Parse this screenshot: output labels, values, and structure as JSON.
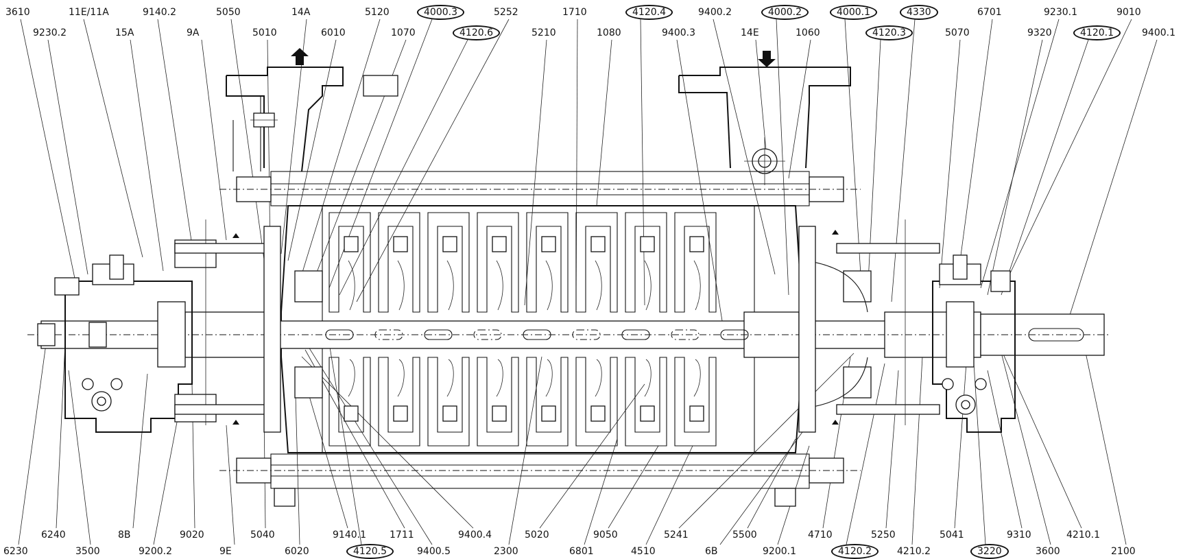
{
  "drawing": {
    "top_labels": [
      {
        "id": "3610",
        "text": "3610",
        "circled": false
      },
      {
        "id": "9230-2",
        "text": "9230.2",
        "circled": false
      },
      {
        "id": "11e-11a",
        "text": "11E/11A",
        "circled": false
      },
      {
        "id": "15a",
        "text": "15A",
        "circled": false
      },
      {
        "id": "9140-2",
        "text": "9140.2",
        "circled": false
      },
      {
        "id": "9a",
        "text": "9A",
        "circled": false
      },
      {
        "id": "5050",
        "text": "5050",
        "circled": false
      },
      {
        "id": "5010",
        "text": "5010",
        "circled": false
      },
      {
        "id": "14a",
        "text": "14A",
        "circled": false
      },
      {
        "id": "6010",
        "text": "6010",
        "circled": false
      },
      {
        "id": "5120",
        "text": "5120",
        "circled": false
      },
      {
        "id": "1070",
        "text": "1070",
        "circled": false
      },
      {
        "id": "4000-3",
        "text": "4000.3",
        "circled": true
      },
      {
        "id": "4120-6",
        "text": "4120.6",
        "circled": true
      },
      {
        "id": "5252",
        "text": "5252",
        "circled": false
      },
      {
        "id": "5210",
        "text": "5210",
        "circled": false
      },
      {
        "id": "1710",
        "text": "1710",
        "circled": false
      },
      {
        "id": "1080",
        "text": "1080",
        "circled": false
      },
      {
        "id": "4120-4",
        "text": "4120.4",
        "circled": true
      },
      {
        "id": "9400-3",
        "text": "9400.3",
        "circled": false
      },
      {
        "id": "9400-2",
        "text": "9400.2",
        "circled": false
      },
      {
        "id": "14e",
        "text": "14E",
        "circled": false
      },
      {
        "id": "4000-2",
        "text": "4000.2",
        "circled": true
      },
      {
        "id": "1060",
        "text": "1060",
        "circled": false
      },
      {
        "id": "4000-1",
        "text": "4000.1",
        "circled": true
      },
      {
        "id": "4120-3",
        "text": "4120.3",
        "circled": true
      },
      {
        "id": "4330",
        "text": "4330",
        "circled": true
      },
      {
        "id": "5070",
        "text": "5070",
        "circled": false
      },
      {
        "id": "6701",
        "text": "6701",
        "circled": false
      },
      {
        "id": "9230-1",
        "text": "9230.1",
        "circled": false
      },
      {
        "id": "9320",
        "text": "9320",
        "circled": false
      },
      {
        "id": "4120-1",
        "text": "4120.1",
        "circled": true
      },
      {
        "id": "9010",
        "text": "9010",
        "circled": false
      },
      {
        "id": "9400-1",
        "text": "9400.1",
        "circled": false
      }
    ],
    "bottom_labels": [
      {
        "id": "6230",
        "text": "6230",
        "circled": false
      },
      {
        "id": "6240",
        "text": "6240",
        "circled": false
      },
      {
        "id": "3500",
        "text": "3500",
        "circled": false
      },
      {
        "id": "8b",
        "text": "8B",
        "circled": false
      },
      {
        "id": "9200-2",
        "text": "9200.2",
        "circled": false
      },
      {
        "id": "9020",
        "text": "9020",
        "circled": false
      },
      {
        "id": "9e",
        "text": "9E",
        "circled": false
      },
      {
        "id": "5040",
        "text": "5040",
        "circled": false
      },
      {
        "id": "6020",
        "text": "6020",
        "circled": false
      },
      {
        "id": "9140-1",
        "text": "9140.1",
        "circled": false
      },
      {
        "id": "4120-5",
        "text": "4120.5",
        "circled": true
      },
      {
        "id": "1711",
        "text": "1711",
        "circled": false
      },
      {
        "id": "9400-5",
        "text": "9400.5",
        "circled": false
      },
      {
        "id": "9400-4",
        "text": "9400.4",
        "circled": false
      },
      {
        "id": "2300",
        "text": "2300",
        "circled": false
      },
      {
        "id": "5020",
        "text": "5020",
        "circled": false
      },
      {
        "id": "6801",
        "text": "6801",
        "circled": false
      },
      {
        "id": "9050",
        "text": "9050",
        "circled": false
      },
      {
        "id": "4510",
        "text": "4510",
        "circled": false
      },
      {
        "id": "5241",
        "text": "5241",
        "circled": false
      },
      {
        "id": "6b",
        "text": "6B",
        "circled": false
      },
      {
        "id": "5500",
        "text": "5500",
        "circled": false
      },
      {
        "id": "9200-1",
        "text": "9200.1",
        "circled": false
      },
      {
        "id": "4710",
        "text": "4710",
        "circled": false
      },
      {
        "id": "4120-2",
        "text": "4120.2",
        "circled": true
      },
      {
        "id": "5250",
        "text": "5250",
        "circled": false
      },
      {
        "id": "4210-2",
        "text": "4210.2",
        "circled": false
      },
      {
        "id": "5041",
        "text": "5041",
        "circled": false
      },
      {
        "id": "3220",
        "text": "3220",
        "circled": true
      },
      {
        "id": "9310",
        "text": "9310",
        "circled": false
      },
      {
        "id": "3600",
        "text": "3600",
        "circled": false
      },
      {
        "id": "4210-1",
        "text": "4210.1",
        "circled": false
      },
      {
        "id": "2100",
        "text": "2100",
        "circled": false
      }
    ]
  }
}
